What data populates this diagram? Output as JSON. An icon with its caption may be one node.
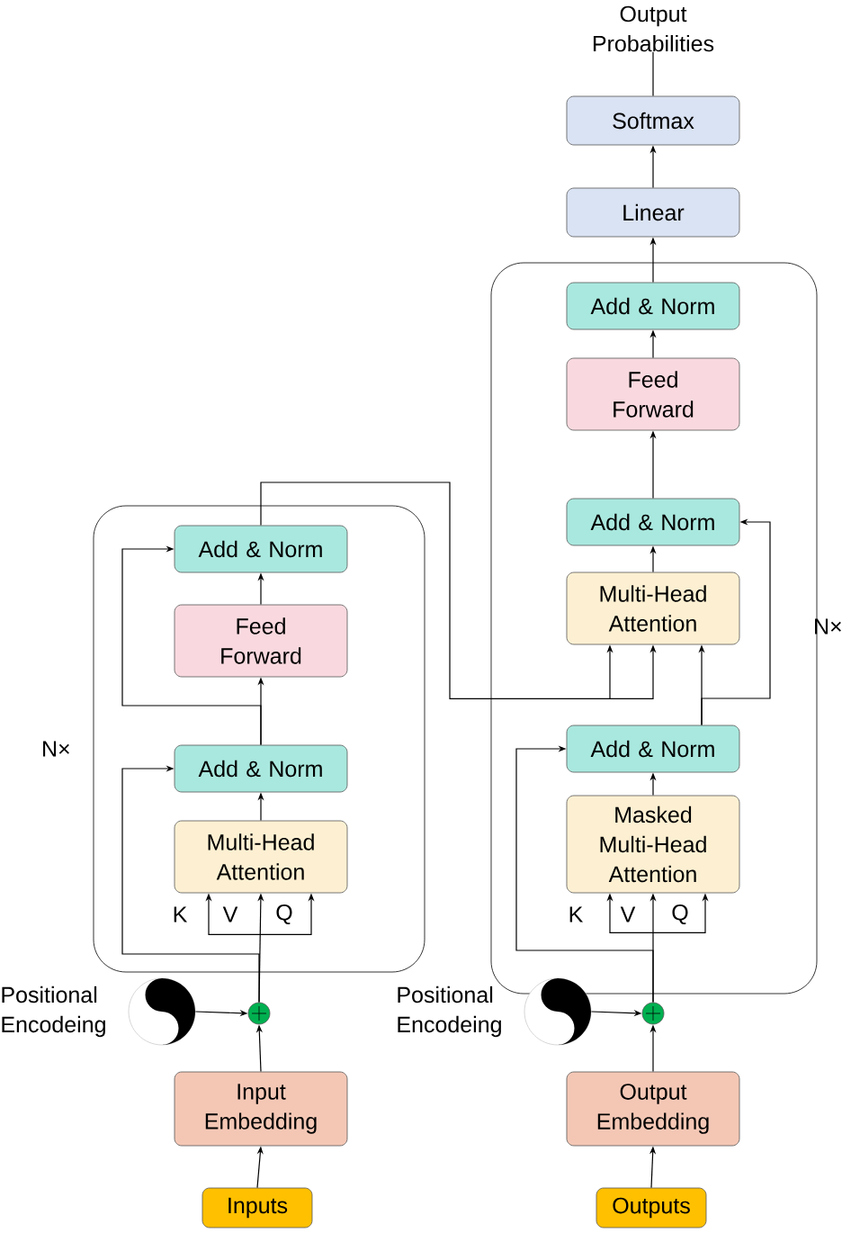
{
  "diagram": {
    "nodes": [
      {
        "text": [],
        "shape": "box",
        "beside": [
          "N×"
        ]
      },
      {
        "text": [
          "Add & Norm"
        ],
        "in": 0
      },
      {
        "text": [
          "Feed Forward"
        ],
        "in": 0
      },
      {
        "text": [
          "Add & Norm"
        ],
        "in": 0
      },
      {
        "text": [
          "Multi-Head Attention"
        ],
        "in": 0
      },
      {
        "text": [],
        "shape": "box",
        "beside": [
          "N×"
        ]
      },
      {
        "text": [
          "Add & Norm"
        ],
        "in": 5
      },
      {
        "text": [
          "Feed Forward"
        ],
        "in": 5
      },
      {
        "text": [
          "Add & Norm"
        ],
        "in": 5
      },
      {
        "text": [
          "Multi-Head Attention"
        ],
        "in": 5
      },
      {
        "text": [
          "Add & Norm"
        ],
        "in": 5
      },
      {
        "text": [
          "Masked Multi-Head Attention"
        ],
        "in": 5
      },
      {
        "text": [
          "Linear"
        ]
      },
      {
        "text": [
          "Softmax"
        ]
      },
      {
        "text": [
          "Output Probabilities"
        ]
      },
      {
        "text": [],
        "shape": "picture",
        "beside": [
          "Positional Encodeing"
        ]
      },
      {
        "text": [],
        "shape": "circle"
      },
      {
        "text": [
          "Input Embedding"
        ]
      },
      {
        "text": [
          "Inputs"
        ]
      },
      {
        "text": [],
        "shape": "picture",
        "beside": [
          "Positional Encodeing"
        ]
      },
      {
        "text": [],
        "shape": "circle"
      },
      {
        "text": [
          "Output Embedding"
        ]
      },
      {
        "text": [
          "Outputs"
        ]
      }
    ],
    "edges": [
      {
        "from": 18,
        "to": 17,
        "arrow": "to"
      },
      {
        "from": 17,
        "to": 16,
        "arrow": "to"
      },
      {
        "from": 15,
        "to": 16,
        "arrow": "to"
      },
      {
        "from": 16,
        "to": 4,
        "arrow": "to"
      },
      {
        "from": 16,
        "to": 3,
        "arrow": "to"
      },
      {
        "from": 4,
        "to": 3,
        "arrow": "to"
      },
      {
        "from": 3,
        "to": 2,
        "arrow": "to"
      },
      {
        "from": 3,
        "to": 1,
        "arrow": "to"
      },
      {
        "from": 2,
        "to": 1,
        "arrow": "to"
      },
      {
        "from": 1,
        "to": 9,
        "arrow": "to"
      },
      {
        "from": 10,
        "to": 9,
        "arrow": "to"
      },
      {
        "from": 10,
        "to": 8,
        "arrow": "to"
      },
      {
        "from": 9,
        "to": 8,
        "arrow": "to"
      },
      {
        "from": 8,
        "to": 7,
        "arrow": "to"
      },
      {
        "from": 7,
        "to": 6,
        "arrow": "to"
      },
      {
        "from": 6,
        "to": 12,
        "arrow": "to"
      },
      {
        "from": 12,
        "to": 13,
        "arrow": "to"
      },
      {
        "from": 13,
        "to": 14,
        "arrow": "none"
      },
      {
        "from": 22,
        "to": 21,
        "arrow": "to"
      },
      {
        "from": 21,
        "to": 20,
        "arrow": "to"
      },
      {
        "from": 19,
        "to": 20,
        "arrow": "to"
      },
      {
        "from": 20,
        "to": 11,
        "arrow": "to"
      },
      {
        "from": 20,
        "to": 10,
        "arrow": "to"
      },
      {
        "from": 11,
        "to": 10,
        "arrow": "to"
      }
    ],
    "labels": [
      "K",
      "V",
      "Q",
      "K",
      "V",
      "Q"
    ]
  }
}
